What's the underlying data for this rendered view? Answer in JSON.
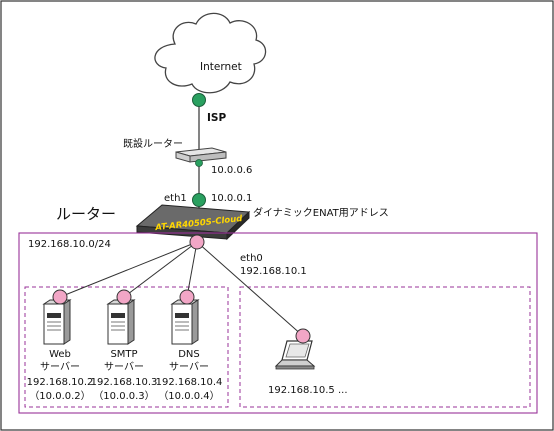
{
  "labels": {
    "internet": "Internet",
    "isp": "ISP",
    "existing_router": "既設ルーター",
    "existing_router_ip": "10.0.0.6",
    "eth1": "eth1",
    "eth1_ip": "10.0.0.1",
    "router_title": "ルーター",
    "router_model": "AT-AR4050S-Cloud",
    "dynamic_enat": "ダイナミックENAT用アドレス",
    "subnet": "192.168.10.0/24",
    "eth0": "eth0",
    "eth0_ip": "192.168.10.1",
    "servers": [
      {
        "name": "Web",
        "role": "サーバー",
        "ip": "192.168.10.2",
        "nat_ip": "（10.0.0.2）"
      },
      {
        "name": "SMTP",
        "role": "サーバー",
        "ip": "192.168.10.3",
        "nat_ip": "（10.0.0.3）"
      },
      {
        "name": "DNS",
        "role": "サーバー",
        "ip": "192.168.10.4",
        "nat_ip": "（10.0.0.4）"
      }
    ],
    "client_ip": "192.168.10.5 ..."
  },
  "colors": {
    "pink_node": "#f2a6c6",
    "green_node": "#2aa060",
    "purple_border": "#993399",
    "router_body": "#4a4a4a",
    "router_text": "#ffd700",
    "line": "#333333"
  }
}
